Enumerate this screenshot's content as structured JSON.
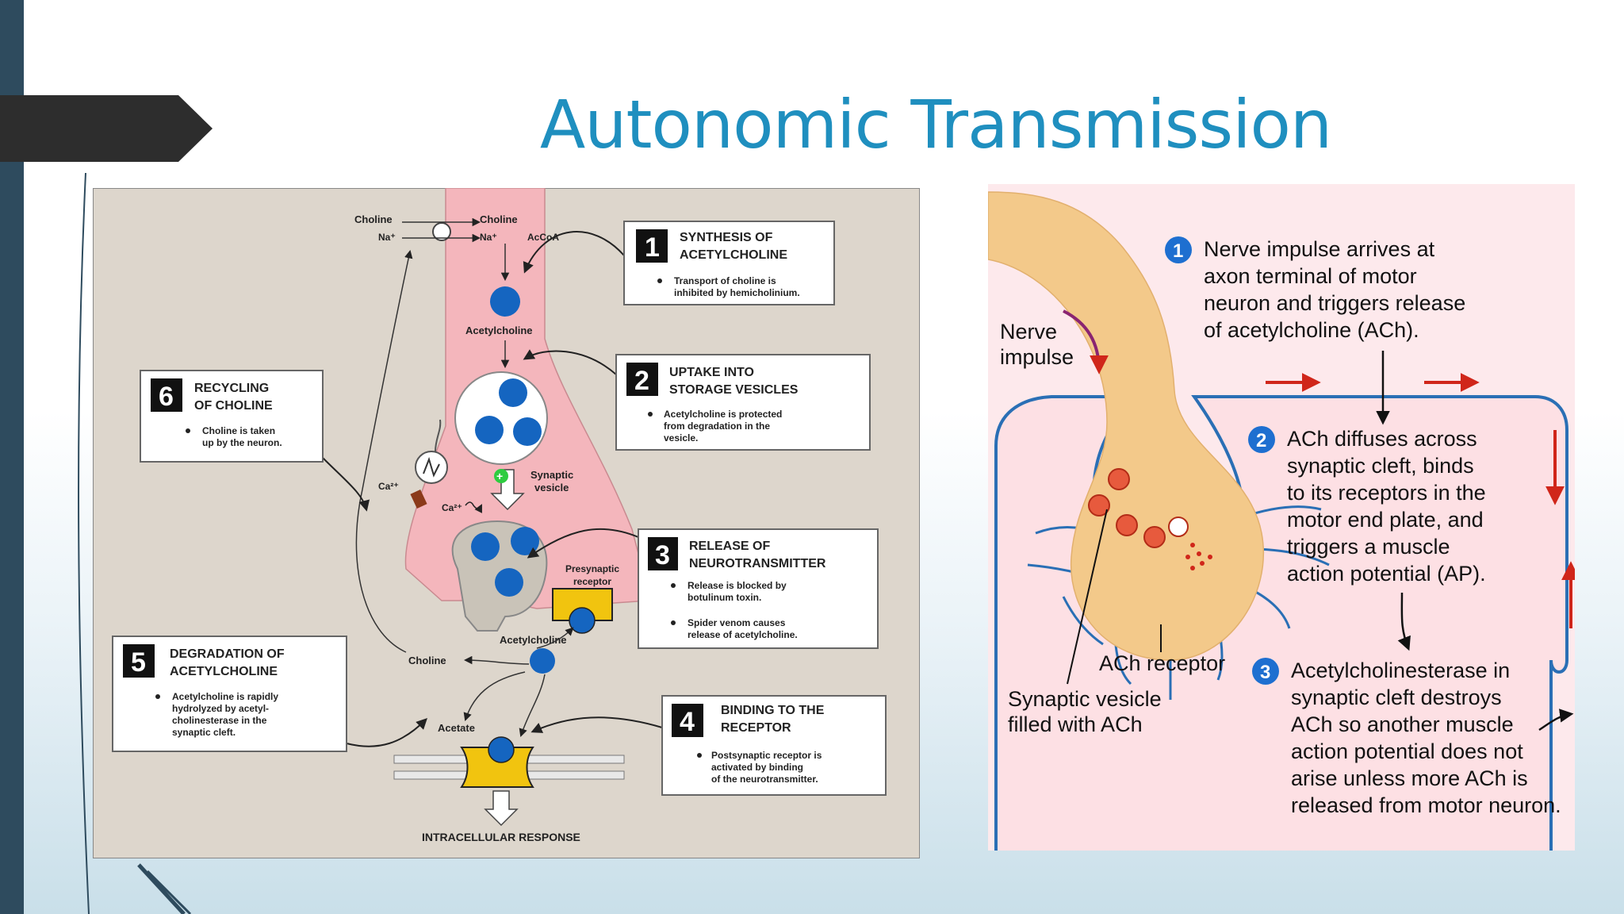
{
  "slide": {
    "title": "Autonomic Transmission"
  },
  "left": {
    "choline_in": "Choline",
    "na_in": "Na⁺",
    "choline_top": "Choline",
    "na_top": "Na⁺",
    "accoa": "AcCoA",
    "acetylcholine_1": "Acetylcholine",
    "synaptic_vesicle_1": "Synaptic",
    "synaptic_vesicle_2": "vesicle",
    "ca_1": "Ca²⁺",
    "ca_2": "Ca²⁺",
    "presynaptic_1": "Presynaptic",
    "presynaptic_2": "receptor",
    "acetylcholine_2": "Acetylcholine",
    "choline_bottom": "Choline",
    "acetate": "Acetate",
    "intracellular": "INTRACELLULAR RESPONSE",
    "boxes": [
      {
        "num": "1",
        "title1": "SYNTHESIS OF",
        "title2": "ACETYLCHOLINE",
        "b1": "Transport of choline is",
        "b2": "inhibited by hemicholinium."
      },
      {
        "num": "2",
        "title1": "UPTAKE INTO",
        "title2": "STORAGE VESICLES",
        "b1": "Acetylcholine is protected",
        "b2": "from degradation in the",
        "b3": "vesicle."
      },
      {
        "num": "3",
        "title1": "RELEASE OF",
        "title2": "NEUROTRANSMITTER",
        "b1": "Release is blocked by",
        "b2": "botulinum toxin.",
        "c1": "Spider venom causes",
        "c2": "release of acetylcholine."
      },
      {
        "num": "4",
        "title1": "BINDING TO THE",
        "title2": "RECEPTOR",
        "b1": "Postsynaptic receptor is",
        "b2": "activated by binding",
        "b3": "of the neurotransmitter."
      },
      {
        "num": "5",
        "title1": "DEGRADATION OF",
        "title2": "ACETYLCHOLINE",
        "b1": "Acetylcholine is rapidly",
        "b2": "hydrolyzed by acetyl-",
        "b3": "cholinesterase in the",
        "b4": "synaptic cleft."
      },
      {
        "num": "6",
        "title1": "RECYCLING",
        "title2": "OF CHOLINE",
        "b1": "Choline is taken",
        "b2": "up by the neuron."
      }
    ]
  },
  "right": {
    "nerve_1": "Nerve",
    "nerve_2": "impulse",
    "ach_receptor": "ACh receptor",
    "vesicle_1": "Synaptic vesicle",
    "vesicle_2": "filled with ACh",
    "steps": [
      {
        "num": "1",
        "lines": [
          "Nerve impulse arrives at",
          "axon terminal of motor",
          "neuron and triggers release",
          "of acetylcholine (ACh)."
        ]
      },
      {
        "num": "2",
        "lines": [
          "ACh diffuses across",
          "synaptic cleft, binds",
          "to its receptors in the",
          "motor end plate, and",
          "triggers a muscle",
          "action potential (AP)."
        ]
      },
      {
        "num": "3",
        "lines": [
          "Acetylcholinesterase in",
          "synaptic cleft destroys",
          "ACh so another muscle",
          "action potential does not",
          "arise unless more ACh is",
          "released from motor neuron."
        ]
      }
    ]
  },
  "colors": {
    "title": "#1f8fbf",
    "neuron_pink": "#f4b6bc",
    "ach_blue": "#1565c0",
    "receptor_yellow": "#f1c40f",
    "step_badge": "#1e6fd0"
  }
}
